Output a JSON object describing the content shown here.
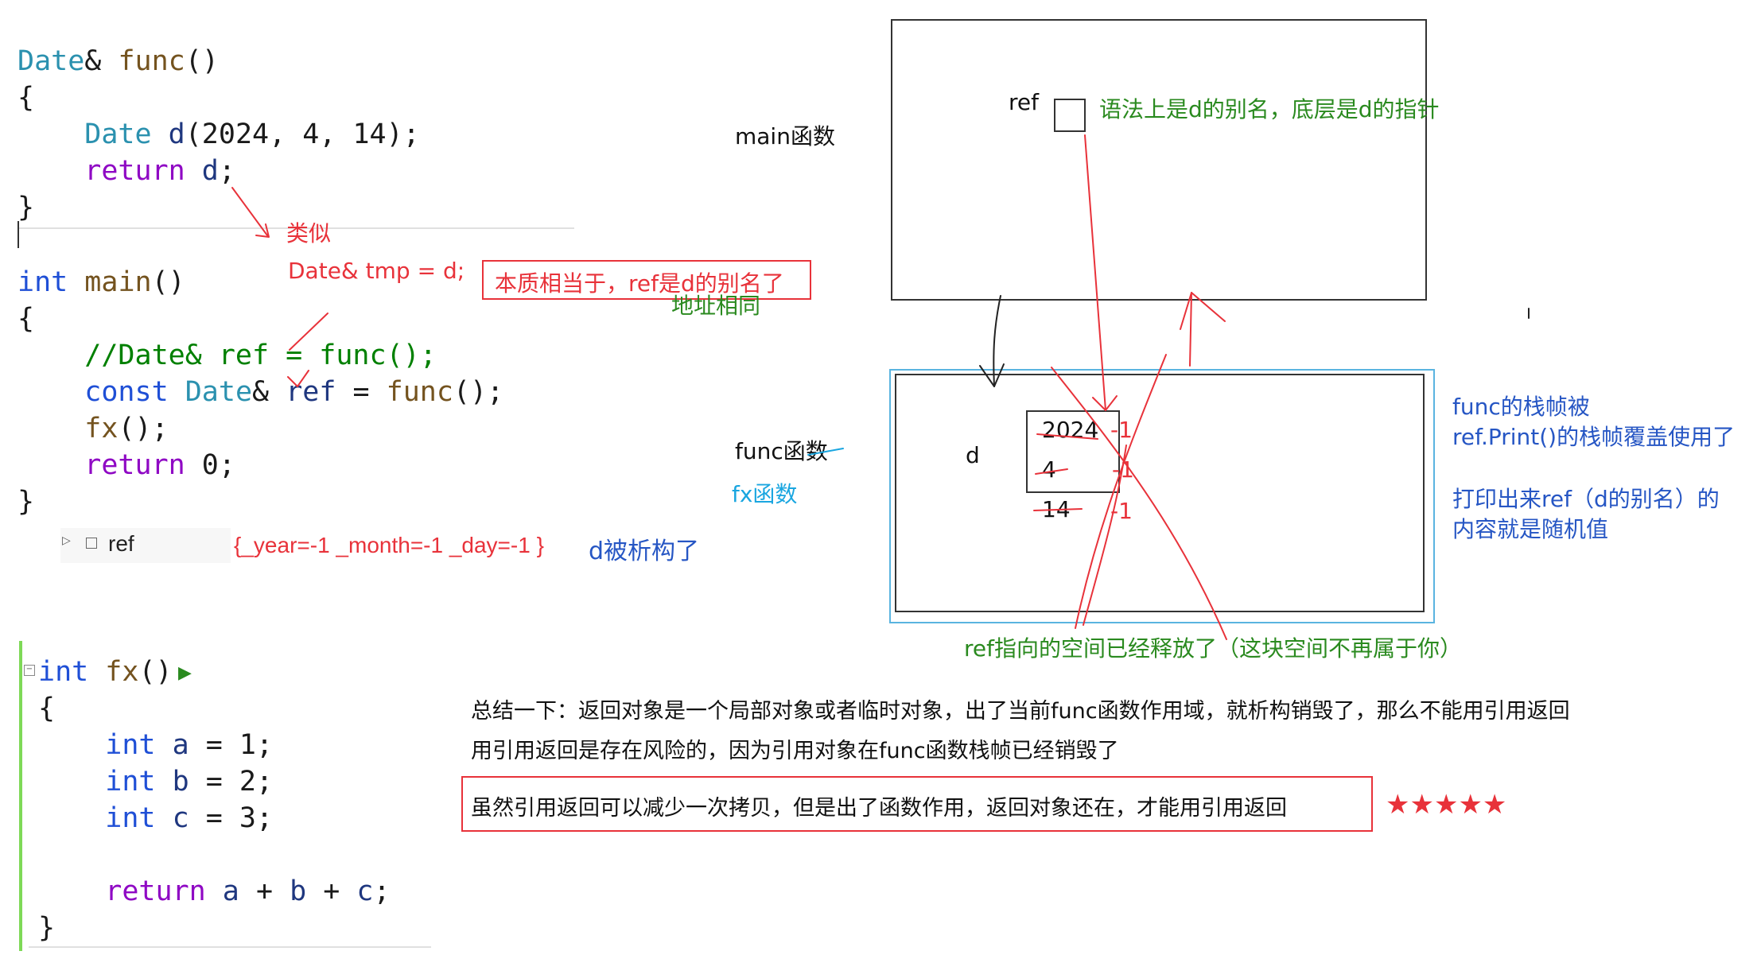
{
  "code_top": {
    "lines": [
      [
        {
          "t": "Date",
          "c": "type"
        },
        {
          "t": "& ",
          "c": "plain"
        },
        {
          "t": "func",
          "c": "fn"
        },
        {
          "t": "()",
          "c": "plain"
        }
      ],
      [
        {
          "t": "{",
          "c": "plain"
        }
      ],
      [
        {
          "t": "    Date",
          "c": "type"
        },
        {
          "t": " ",
          "c": "plain"
        },
        {
          "t": "d",
          "c": "var"
        },
        {
          "t": "(2024, 4, 14);",
          "c": "plain"
        }
      ],
      [
        {
          "t": "    return",
          "c": "ctl"
        },
        {
          "t": " ",
          "c": "plain"
        },
        {
          "t": "d",
          "c": "var"
        },
        {
          "t": ";",
          "c": "plain"
        }
      ],
      [
        {
          "t": "}",
          "c": "plain"
        }
      ]
    ]
  },
  "code_main": {
    "lines": [
      [
        {
          "t": "int",
          "c": "kw"
        },
        {
          "t": " ",
          "c": "plain"
        },
        {
          "t": "main",
          "c": "fn"
        },
        {
          "t": "()",
          "c": "plain"
        }
      ],
      [
        {
          "t": "{",
          "c": "plain"
        }
      ],
      [
        {
          "t": "    //Date& ref = func();",
          "c": "cmt"
        }
      ],
      [
        {
          "t": "    const",
          "c": "kw"
        },
        {
          "t": " ",
          "c": "plain"
        },
        {
          "t": "Date",
          "c": "type"
        },
        {
          "t": "& ",
          "c": "plain"
        },
        {
          "t": "ref",
          "c": "var"
        },
        {
          "t": " = ",
          "c": "plain"
        },
        {
          "t": "func",
          "c": "fn"
        },
        {
          "t": "();",
          "c": "plain"
        }
      ],
      [
        {
          "t": "    fx",
          "c": "fn"
        },
        {
          "t": "();",
          "c": "plain"
        }
      ],
      [
        {
          "t": "    return",
          "c": "ctl"
        },
        {
          "t": " 0;",
          "c": "plain"
        }
      ],
      [
        {
          "t": "}",
          "c": "plain"
        }
      ]
    ]
  },
  "code_fx": {
    "lines": [
      [
        {
          "t": "int",
          "c": "kw"
        },
        {
          "t": " ",
          "c": "plain"
        },
        {
          "t": "fx",
          "c": "fn"
        },
        {
          "t": "()",
          "c": "plain"
        }
      ],
      [
        {
          "t": "{",
          "c": "plain"
        }
      ],
      [
        {
          "t": "    int",
          "c": "kw"
        },
        {
          "t": " ",
          "c": "plain"
        },
        {
          "t": "a",
          "c": "var"
        },
        {
          "t": " = 1;",
          "c": "plain"
        }
      ],
      [
        {
          "t": "    int",
          "c": "kw"
        },
        {
          "t": " ",
          "c": "plain"
        },
        {
          "t": "b",
          "c": "var"
        },
        {
          "t": " = 2;",
          "c": "plain"
        }
      ],
      [
        {
          "t": "    int",
          "c": "kw"
        },
        {
          "t": " ",
          "c": "plain"
        },
        {
          "t": "c",
          "c": "var"
        },
        {
          "t": " = 3;",
          "c": "plain"
        }
      ],
      [
        {
          "t": "",
          "c": "plain"
        }
      ],
      [
        {
          "t": "    return",
          "c": "ctl"
        },
        {
          "t": " ",
          "c": "plain"
        },
        {
          "t": "a",
          "c": "var"
        },
        {
          "t": " + ",
          "c": "plain"
        },
        {
          "t": "b",
          "c": "var"
        },
        {
          "t": " + ",
          "c": "plain"
        },
        {
          "t": "c",
          "c": "var"
        },
        {
          "t": ";",
          "c": "plain"
        }
      ],
      [
        {
          "t": "}",
          "c": "plain"
        }
      ]
    ]
  },
  "debug": {
    "name": "ref",
    "value": "{_year=-1 _month=-1 _day=-1 }"
  },
  "annotations": {
    "similar": "类似",
    "tmp": "Date& tmp = d;",
    "essence": "本质相当于，ref是d的别名了",
    "same_address": "地址相同",
    "destructed": "d被析构了",
    "main_label": "main函数",
    "func_label": "func函数",
    "fx_label": "fx函数",
    "ref_label": "ref",
    "ref_note": "语法上是d的别名，底层是d的指针",
    "d_label": "d",
    "val_year": "2024",
    "val_month": "4",
    "val_day": "14",
    "neg1": "-1",
    "overwritten_1": "func的栈帧被",
    "overwritten_2": "ref.Print()的栈帧覆盖使用了",
    "random_1": "打印出来ref（d的别名）的",
    "random_2": "内容就是随机值",
    "released": "ref指向的空间已经释放了（这块空间不再属于你）",
    "summary_1": "总结一下：返回对象是一个局部对象或者临时对象，出了当前func函数作用域，就析构销毁了，那么不能用引用返回",
    "summary_2": "用引用返回是存在风险的，因为引用对象在func函数栈帧已经销毁了",
    "key_point": "虽然引用返回可以减少一次拷贝，但是出了函数作用，返回对象还在，才能用引用返回",
    "stars": "★★★★★"
  },
  "colors": {
    "red": "#e8323a",
    "green": "#2a8a1f",
    "blue": "#2656c4",
    "cyan": "#1aa6e0"
  }
}
